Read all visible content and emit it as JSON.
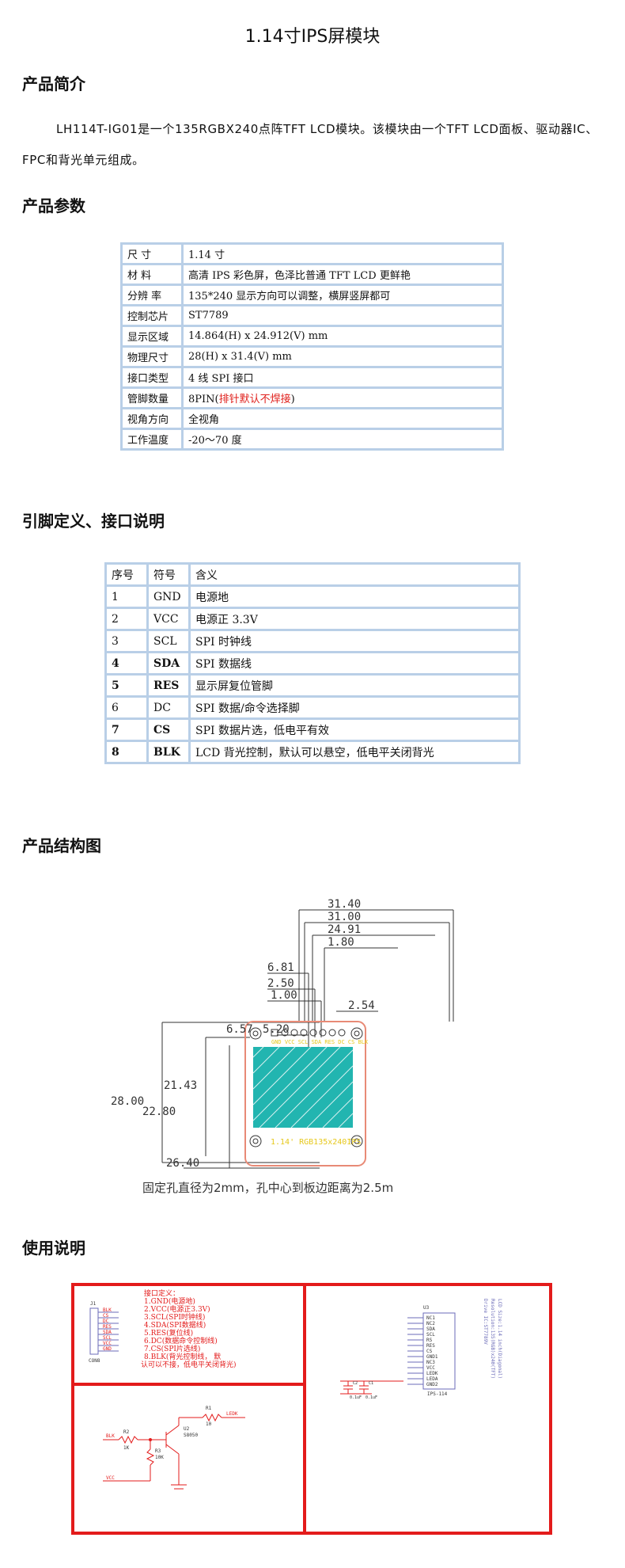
{
  "title": "1.14寸IPS屏模块",
  "sections": {
    "intro": "产品简介",
    "params": "产品参数",
    "pins": "引脚定义、接口说明",
    "structure": "产品结构图",
    "usage": "使用说明"
  },
  "intro_text": "LH114T-IG01是一个135RGBX240点阵TFT LCD模块。该模块由一个TFT LCD面板、驱动器IC、FPC和背光单元组成。",
  "params": [
    {
      "key": "尺    寸",
      "value": "1.14 寸"
    },
    {
      "key": "材    料",
      "value": "高清 IPS 彩色屏，色泽比普通 TFT LCD 更鲜艳"
    },
    {
      "key": "分辨 率",
      "value": "135*240 显示方向可以调整，横屏竖屏都可"
    },
    {
      "key": "控制芯片",
      "value": "ST7789"
    },
    {
      "key": "显示区域",
      "value": "14.864(H) x 24.912(V) mm"
    },
    {
      "key": "物理尺寸",
      "value": "28(H) x 31.4(V) mm"
    },
    {
      "key": "接口类型",
      "value": "4 线 SPI 接口"
    },
    {
      "key": "管脚数量",
      "value": "8PIN(",
      "value_red": "排针默认不焊接",
      "value_tail": ")"
    },
    {
      "key": "视角方向",
      "value": "全视角"
    },
    {
      "key": "工作温度",
      "value": "-20～70 度"
    }
  ],
  "pin_header": [
    "序号",
    "符号",
    "含义"
  ],
  "pins": [
    [
      "1",
      "GND",
      "电源地"
    ],
    [
      "2",
      "VCC",
      "电源正 3.3V"
    ],
    [
      "3",
      "SCL",
      "SPI 时钟线"
    ],
    [
      "4",
      "SDA",
      "SPI 数据线"
    ],
    [
      "5",
      "RES",
      "显示屏复位管脚"
    ],
    [
      "6",
      "DC",
      "SPI 数据/命令选择脚"
    ],
    [
      "7",
      "CS",
      "SPI 数据片选，低电平有效"
    ],
    [
      "8",
      "BLK",
      "LCD 背光控制，默认可以悬空，低电平关闭背光"
    ]
  ],
  "structure": {
    "dims_top": [
      "31.40",
      "31.00",
      "24.91",
      "1.80"
    ],
    "dims_left": [
      "6.81",
      "2.50",
      "1.00",
      "2.54",
      "6.57",
      "5.20"
    ],
    "dims_side": [
      "28.00",
      "21.43",
      "22.80"
    ],
    "dim_bottom": "26.40",
    "pcb_label_top": "GND VCC SCL SDA RES DC CS BLK",
    "pcb_label_bottom": "1.14' RGB135x240IPS",
    "caption": "固定孔直径为2mm，孔中心到板边距离为2.5m"
  },
  "schematic": {
    "conn": "J1",
    "conn_name": "CON8",
    "conn_pins": [
      "BLK",
      "CS",
      "DC",
      "RES",
      "SDA",
      "SCL",
      "VCC",
      "GND"
    ],
    "notes": [
      "接口定义：",
      "1.GND(电源地)",
      "2.VCC(电源正3.3V)",
      "3.SCL(SPI时钟线)",
      "4.SDA(SPI数据线)",
      "5.RES(复位线)",
      "6.DC(数据命令控制线)",
      "7.CS(SPI片选线)",
      "8.BLK(背光控制线， 默",
      "认可以不接，低电平关闭背光)"
    ],
    "ic": "U3",
    "ic_name": "IPS-114",
    "ic_pins": [
      "NC1",
      "NC2",
      "SDA",
      "SCL",
      "RS",
      "RES",
      "CS",
      "GND1",
      "NC3",
      "VCC",
      "LEDK",
      "LEDA",
      "GND2"
    ],
    "ic_note": [
      "LCD Size:1.14 inch(Diagonal)",
      "Resolution:135(RGB)x240(TFT)",
      "Drive IC:ST7789V"
    ],
    "caps": [
      "C2",
      "C1",
      "0.1uF",
      "0.1uF"
    ],
    "bjt": [
      "U2",
      "S8050"
    ],
    "resistors": [
      "R2",
      "1K",
      "R3",
      "10K",
      "R1",
      "10"
    ],
    "nets": [
      "BLK",
      "VCC",
      "LEDK"
    ]
  },
  "colors": {
    "table_border": "#b9cfe7",
    "red": "#e0201c",
    "teal": "#22b5b0",
    "pcb": "#e88a76"
  }
}
